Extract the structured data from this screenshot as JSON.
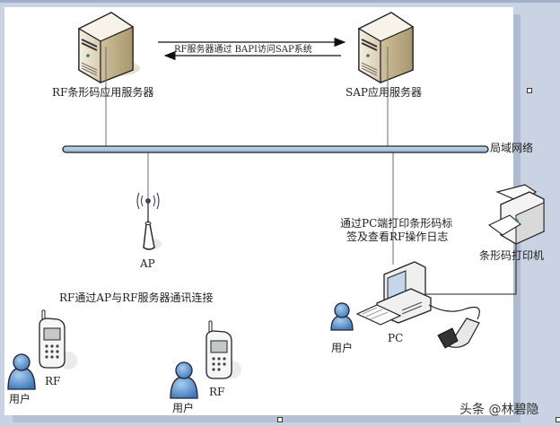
{
  "diagram": {
    "title_arrow_label": "RF服务器通过 BAPI访问SAP系统",
    "nodes": {
      "rf_server": {
        "label": "RF条形码应用服务器",
        "icon": "server-tower-icon"
      },
      "sap_server": {
        "label": "SAP应用服务器",
        "icon": "server-tower-icon"
      },
      "lan": {
        "label": "局域网络",
        "icon": "network-bus-icon"
      },
      "ap": {
        "label": "AP",
        "icon": "wireless-access-point-icon"
      },
      "pc": {
        "label": "PC",
        "icon": "desktop-computer-icon"
      },
      "printer": {
        "label": "条形码打印机",
        "icon": "printer-icon"
      },
      "scanner": {
        "label": "",
        "icon": "barcode-scanner-icon"
      },
      "pc_user": {
        "label": "用户",
        "icon": "user-icon"
      },
      "rf_device_1": {
        "label": "RF",
        "icon": "handheld-rf-terminal-icon"
      },
      "rf_device_2": {
        "label": "RF",
        "icon": "handheld-rf-terminal-icon"
      },
      "rf_user_1": {
        "label": "用户",
        "icon": "user-icon"
      },
      "rf_user_2": {
        "label": "用户",
        "icon": "user-icon"
      }
    },
    "annotations": {
      "pc_note_line1": "通过PC端打印条形码标",
      "pc_note_line2": "签及查看RF操作日志",
      "rf_note": "RF通过AP与RF服务器通讯连接"
    },
    "edges": [
      {
        "from": "rf_server",
        "to": "sap_server",
        "type": "bidirectional-arrow"
      },
      {
        "from": "rf_server",
        "to": "lan",
        "type": "line"
      },
      {
        "from": "sap_server",
        "to": "lan",
        "type": "line"
      },
      {
        "from": "lan",
        "to": "ap",
        "type": "line"
      },
      {
        "from": "lan",
        "to": "pc",
        "type": "line"
      },
      {
        "from": "pc",
        "to": "printer",
        "type": "line"
      },
      {
        "from": "pc",
        "to": "scanner",
        "type": "cable"
      }
    ],
    "colors": {
      "lan_bar": "#a9c4de",
      "user_blue": "#5a8fc8",
      "server_beige": "#e8dfc8",
      "connector_line": "#6a6a8a"
    }
  },
  "watermark": "头条 @林碧隐"
}
